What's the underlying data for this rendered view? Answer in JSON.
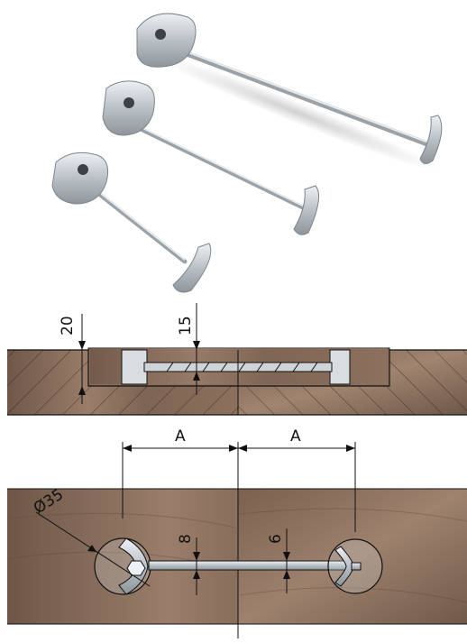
{
  "drawing": {
    "section_depth_label": "20",
    "section_bolt_depth_label": "15",
    "spacing_left_label": "A",
    "spacing_right_label": "A",
    "diameter_label": "Ø35",
    "bolt_body_dia_label": "8",
    "bolt_thread_dia_label": "6"
  },
  "colors": {
    "wood_dark": "#6f5748",
    "wood_light": "#9a7d6a",
    "metal": "#c7ccd1",
    "metal_dark": "#8e959b",
    "line": "#111111",
    "background": "#ffffff"
  },
  "icons": {
    "hardware": "dowel-connector-bolts-photo",
    "cross_section": "wood-panel-cross-section",
    "top_view": "wood-panel-top-view"
  }
}
